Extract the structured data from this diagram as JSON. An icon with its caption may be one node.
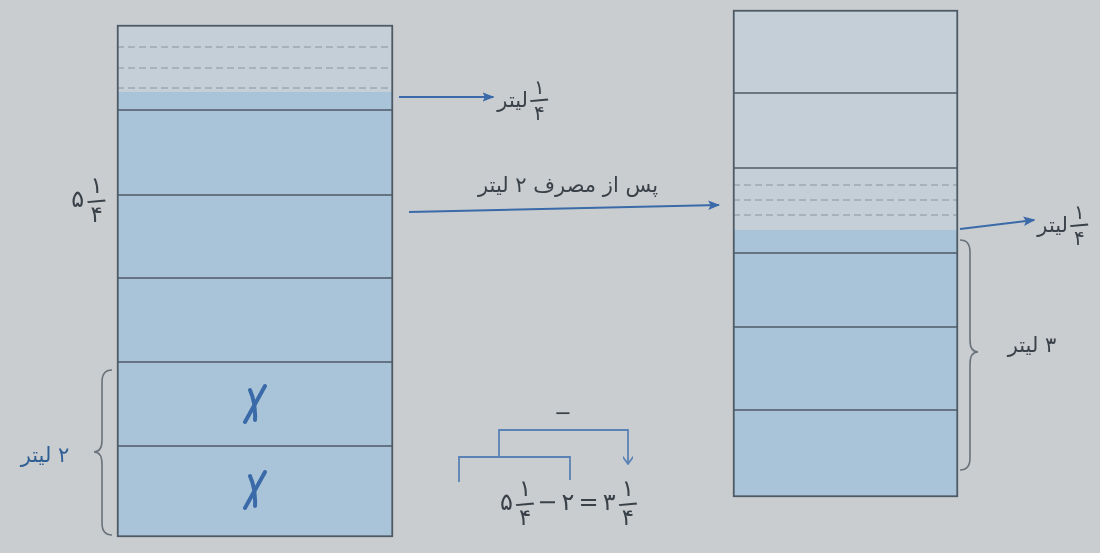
{
  "diagram": {
    "nodes": [
      {
        "text": [],
        "shape": "box"
      },
      {
        "text": [
          "۱/۴",
          "لیتر"
        ]
      },
      {
        "text": [],
        "shape": "box"
      },
      {
        "text": [
          "۱/۴",
          "لیتر"
        ]
      }
    ],
    "edges": [
      {
        "from": 0,
        "to": 1,
        "arrow": "to"
      },
      {
        "from": 0,
        "to": 2,
        "arrow": "to",
        "label": "پس از مصرف ۲ لیتر"
      },
      {
        "from": 2,
        "to": 3,
        "arrow": "to"
      }
    ],
    "labels": [
      "۵ ۱/۴",
      "۲ لیتر",
      "۳ لیتر",
      "−",
      "۵ ۱/۴ − ۲ = ۳ ۱/۴"
    ]
  }
}
